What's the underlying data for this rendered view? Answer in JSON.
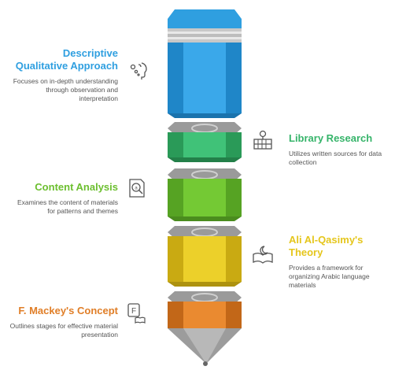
{
  "colors": {
    "blue": "#2f9fe0",
    "green": "#36b46a",
    "lime": "#6cbf2f",
    "yellow": "#e5c61c",
    "orange": "#e07e27",
    "gray": "#8a8a8a"
  },
  "items": [
    {
      "title": "Descriptive Qualitative Approach",
      "description": "Focuses on in-depth understanding through observation and interpretation",
      "icon": "thinking-head-icon",
      "side": "left",
      "color": "#2f9fe0"
    },
    {
      "title": "Library Research",
      "description": "Utilizes written sources for data collection",
      "icon": "library-bookshelf-icon",
      "side": "right",
      "color": "#36b46a"
    },
    {
      "title": "Content Analysis",
      "description": "Examines the content of materials for patterns and themes",
      "icon": "magnifier-document-icon",
      "side": "left",
      "color": "#6cbf2f"
    },
    {
      "title": "Ali Al-Qasimy's Theory",
      "description": "Provides a framework for organizing Arabic language materials",
      "icon": "crescent-book-icon",
      "side": "right",
      "color": "#e5c61c"
    },
    {
      "title": "F. Mackey's Concept",
      "description": "Outlines stages for effective material presentation",
      "icon": "f-book-icon",
      "side": "left",
      "color": "#e07e27"
    }
  ]
}
